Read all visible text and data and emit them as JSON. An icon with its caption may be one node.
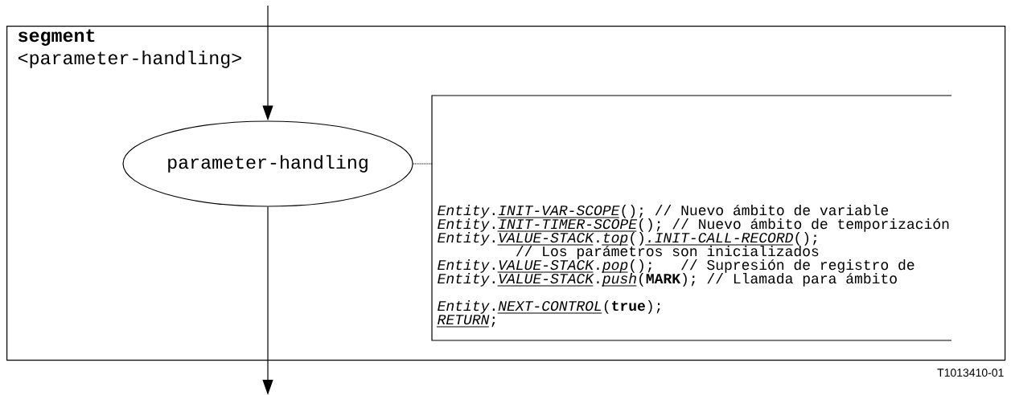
{
  "diagram": {
    "nodes": [
      {
        "text": [
          "segment",
          "<parameter-handling>"
        ]
      },
      {
        "text": [
          "parameter-handling"
        ],
        "in": 0
      },
      {
        "text": [
          "*Entity*.*INIT-VAR-SCOPE*(); // Nuevo ámbito de variable",
          "*Entity*.*INIT-TIMER-SCOPE*(); // Nuevo ámbito de temporización",
          "*Entity*.*VALUE-STACK*.*top*()*.INIT-CALL-RECORD*();",
          "// Los parámetros son inicializados",
          "*Entity*.*VALUE-STACK*.*pop*();   // Supresión de registro de",
          "*Entity*.*VALUE-STACK*.*push*(**MARK**); // Llamada para ámbito",
          "*Entity*.*NEXT-CONTROL*(**true**);",
          "*RETURN*;"
        ],
        "in": 0
      }
    ],
    "edges": [
      {
        "from": null,
        "to": 1,
        "arrow": "to"
      },
      {
        "from": 1,
        "to": null,
        "arrow": "to"
      },
      {
        "from": 1,
        "to": 2,
        "arrow": "none",
        "style": "dashed"
      }
    ],
    "labels": [
      "T1013410-01"
    ]
  }
}
